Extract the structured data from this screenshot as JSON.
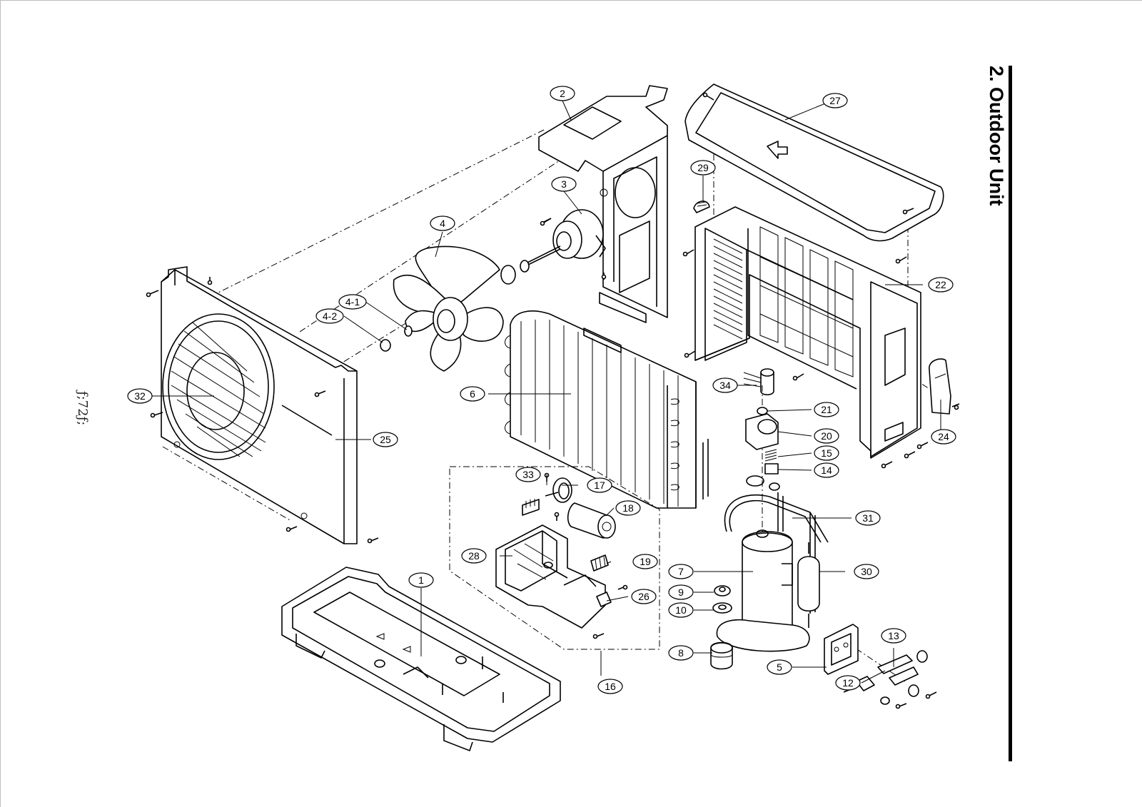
{
  "section_title": "2. Outdoor Unit",
  "page_code": "ƒ;72ƒ;",
  "parts": [
    {
      "id": "p1",
      "label": "1"
    },
    {
      "id": "p2",
      "label": "2"
    },
    {
      "id": "p3",
      "label": "3"
    },
    {
      "id": "p4",
      "label": "4"
    },
    {
      "id": "p4-1",
      "label": "4-1"
    },
    {
      "id": "p4-2",
      "label": "4-2"
    },
    {
      "id": "p5",
      "label": "5"
    },
    {
      "id": "p6",
      "label": "6"
    },
    {
      "id": "p7",
      "label": "7"
    },
    {
      "id": "p8",
      "label": "8"
    },
    {
      "id": "p9",
      "label": "9"
    },
    {
      "id": "p10",
      "label": "10"
    },
    {
      "id": "p12",
      "label": "12"
    },
    {
      "id": "p13",
      "label": "13"
    },
    {
      "id": "p14",
      "label": "14"
    },
    {
      "id": "p15",
      "label": "15"
    },
    {
      "id": "p16",
      "label": "16"
    },
    {
      "id": "p17",
      "label": "17"
    },
    {
      "id": "p18",
      "label": "18"
    },
    {
      "id": "p19",
      "label": "19"
    },
    {
      "id": "p20",
      "label": "20"
    },
    {
      "id": "p21",
      "label": "21"
    },
    {
      "id": "p22",
      "label": "22"
    },
    {
      "id": "p24",
      "label": "24"
    },
    {
      "id": "p25",
      "label": "25"
    },
    {
      "id": "p26",
      "label": "26"
    },
    {
      "id": "p27",
      "label": "27"
    },
    {
      "id": "p28",
      "label": "28"
    },
    {
      "id": "p29",
      "label": "29"
    },
    {
      "id": "p30",
      "label": "30"
    },
    {
      "id": "p31",
      "label": "31"
    },
    {
      "id": "p32",
      "label": "32"
    },
    {
      "id": "p33",
      "label": "33"
    },
    {
      "id": "p34",
      "label": "34"
    }
  ]
}
